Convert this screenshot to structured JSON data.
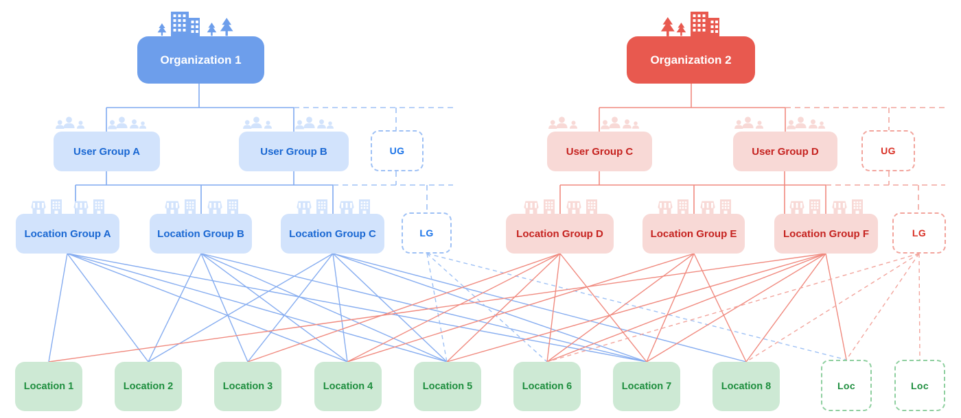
{
  "palette": {
    "org_blue": "#6d9eeb",
    "org_red": "#e8594f",
    "light_blue": "#d2e3fc",
    "light_red": "#f8d9d6",
    "blue_text": "#1967d2",
    "red_text": "#c5221f",
    "blue_accent": "#1a73e8",
    "red_accent": "#d93025",
    "green_fill": "#cde9d4",
    "green_text": "#1e8e3e",
    "blue_line": "#7fa9f0",
    "red_line": "#f0897e"
  },
  "nodes": {
    "org1": "Organization 1",
    "org2": "Organization 2",
    "ugA": "User Group A",
    "ugB": "User Group B",
    "ugC": "User Group C",
    "ugD": "User Group D",
    "ugPhBlue": "UG",
    "ugPhRed": "UG",
    "lgA": "Location Group A",
    "lgB": "Location Group B",
    "lgC": "Location Group C",
    "lgD": "Location Group D",
    "lgE": "Location Group E",
    "lgF": "Location Group F",
    "lgPhBlue": "LG",
    "lgPhRed": "LG",
    "loc1": "Location 1",
    "loc2": "Location 2",
    "loc3": "Location 3",
    "loc4": "Location 4",
    "loc5": "Location 5",
    "loc6": "Location 6",
    "loc7": "Location 7",
    "loc8": "Location 8",
    "locPh1": "Loc",
    "locPh2": "Loc"
  },
  "edges": [
    {
      "from": "lgA",
      "to": [
        "loc1",
        "loc2",
        "loc4",
        "loc5",
        "loc7"
      ],
      "line": "blue-solid"
    },
    {
      "from": "lgB",
      "to": [
        "loc2",
        "loc3",
        "loc4",
        "loc5",
        "loc7"
      ],
      "line": "blue-solid"
    },
    {
      "from": "lgC",
      "to": [
        "loc2",
        "loc3",
        "loc4",
        "loc5",
        "loc7",
        "loc8"
      ],
      "line": "blue-solid"
    },
    {
      "from": "lgPhBlue",
      "to": [
        "loc5",
        "loc6",
        "locPh1"
      ],
      "line": "blue-dashed"
    },
    {
      "from": "lgD",
      "to": [
        "loc3",
        "loc4",
        "loc5",
        "loc6",
        "loc7"
      ],
      "line": "red-solid"
    },
    {
      "from": "lgE",
      "to": [
        "loc4",
        "loc6",
        "loc7",
        "loc8"
      ],
      "line": "red-solid"
    },
    {
      "from": "lgF",
      "to": [
        "loc1",
        "loc5",
        "loc6",
        "loc7",
        "loc8",
        "locPh1"
      ],
      "line": "red-solid"
    },
    {
      "from": "lgPhRed",
      "to": [
        "loc6",
        "loc8",
        "locPh1",
        "locPh2"
      ],
      "line": "red-dashed"
    }
  ]
}
